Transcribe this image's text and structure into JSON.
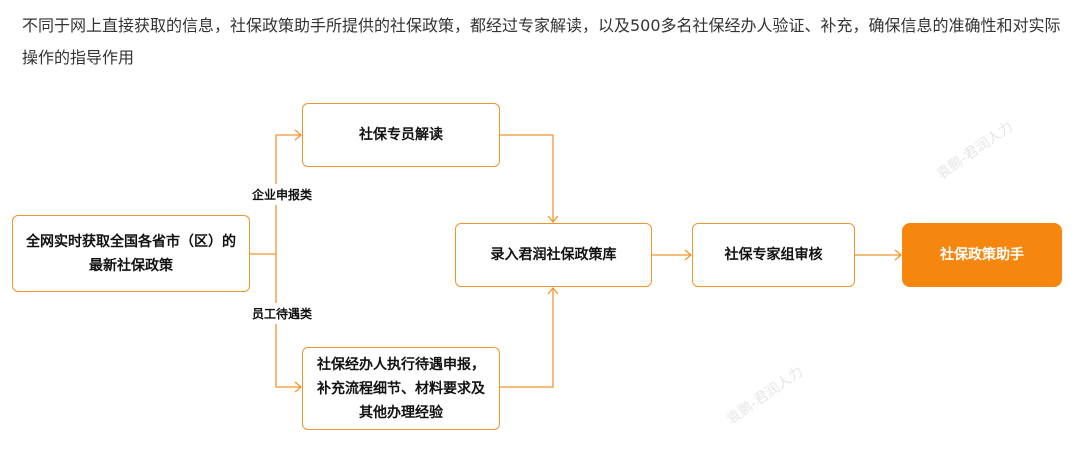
{
  "intro_text": "不同于网上直接获取的信息，社保政策助手所提供的社保政策，都经过专家解读，以及500多名社保经办人验证、补充，确保信息的准确性和对实际操作的指导作用",
  "watermark": "袁鹏-君润人力",
  "colors": {
    "accent": "#f0962e",
    "highlight": "#f5870f"
  },
  "diagram": {
    "source": "全网实时获取全国各省市（区）的最新社保政策",
    "branch_top_label": "企业申报类",
    "branch_bottom_label": "员工待遇类",
    "top_step": "社保专员解读",
    "bottom_step": "社保经办人执行待遇申报，补充流程细节、材料要求及其他办理经验",
    "database": "录入君润社保政策库",
    "review": "社保专家组审核",
    "result": "社保政策助手"
  }
}
